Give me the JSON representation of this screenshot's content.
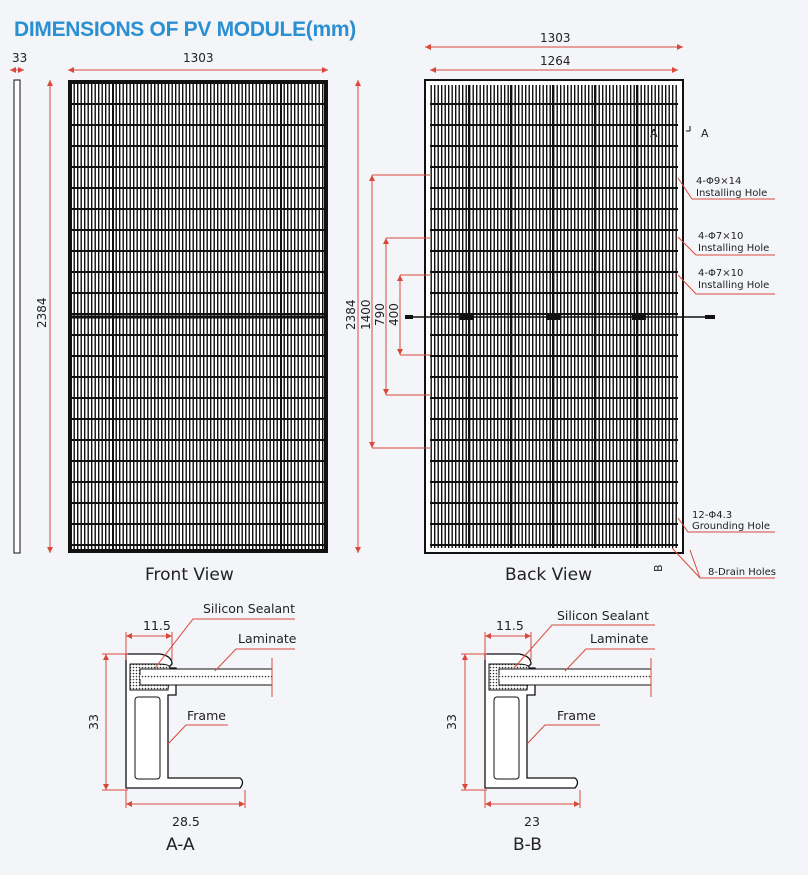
{
  "title": "DIMENSIONS OF PV MODULE(mm)",
  "front_view": {
    "label": "Front View",
    "thickness": "33",
    "width": "1303",
    "height": "2384"
  },
  "back_view": {
    "label": "Back View",
    "width_outer": "1303",
    "width_inner": "1264",
    "height": "2384",
    "hole_spacing_1": "1400",
    "hole_spacing_2": "790",
    "hole_spacing_3": "400",
    "section_marker_a": "A",
    "section_marker_b": "B",
    "callouts": [
      {
        "spec": "4-Φ9×14",
        "name": "Installing Hole"
      },
      {
        "spec": "4-Φ7×10",
        "name": "Installing Hole"
      },
      {
        "spec": "4-Φ7×10",
        "name": "Installing Hole"
      },
      {
        "spec": "12-Φ4.3",
        "name": "Grounding Hole"
      },
      {
        "spec": "8-Drain Holes",
        "name": ""
      }
    ]
  },
  "sections": [
    {
      "label": "A-A",
      "top_dim": "11.5",
      "height_dim": "33",
      "bottom_dim": "28.5",
      "sealant": "Silicon Sealant",
      "laminate": "Laminate",
      "frame": "Frame"
    },
    {
      "label": "B-B",
      "top_dim": "11.5",
      "height_dim": "33",
      "bottom_dim": "23",
      "sealant": "Silicon Sealant",
      "laminate": "Laminate",
      "frame": "Frame"
    }
  ],
  "colors": {
    "title": "#2b8fd2",
    "dimension_line": "#d9493b",
    "background": "#f3f5f9"
  }
}
